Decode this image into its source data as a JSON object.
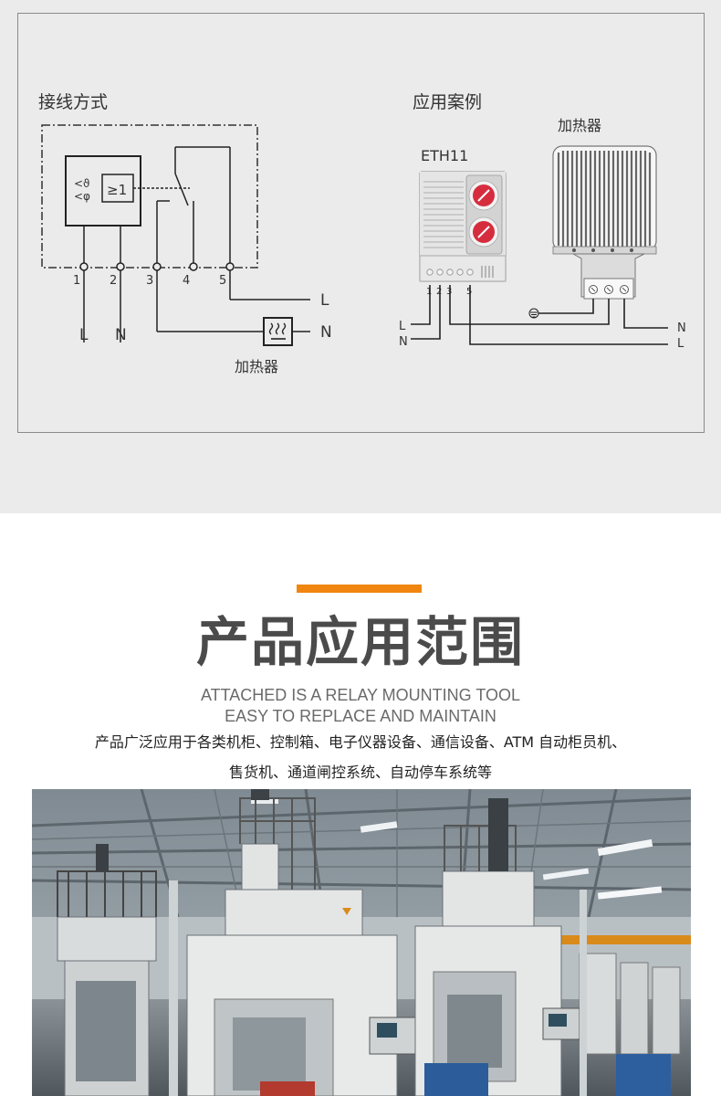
{
  "wiring": {
    "title": "接线方式",
    "symbols": [
      "<ϑ",
      "<φ",
      "≥1"
    ],
    "terminals": [
      "1",
      "2",
      "3",
      "4",
      "5"
    ],
    "lines_left": [
      "L",
      "N"
    ],
    "lines_right": [
      "L",
      "N"
    ],
    "heater_label": "加热器"
  },
  "application": {
    "title": "应用案例",
    "device_label": "ETH11",
    "heater_label": "加热器",
    "device_terminals": [
      "1",
      "2",
      "3",
      "5"
    ],
    "lines_left": [
      "L",
      "N"
    ],
    "lines_right": [
      "N",
      "L"
    ]
  },
  "range": {
    "title": "产品应用范围",
    "subtitle_en_1": "ATTACHED IS A RELAY MOUNTING TOOL",
    "subtitle_en_2": "EASY TO REPLACE AND MAINTAIN",
    "desc_line_1": "产品广泛应用于各类机柜、控制箱、电子仪器设备、通信设备、ATM 自动柜员机、",
    "desc_line_2": "售货机、通道闸控系统、自动停车系统等"
  },
  "colors": {
    "accent": "#f0860f",
    "panel_bg": "#ebebeb",
    "dial_red": "#d62d3e",
    "title_gray": "#4b4b4b"
  }
}
